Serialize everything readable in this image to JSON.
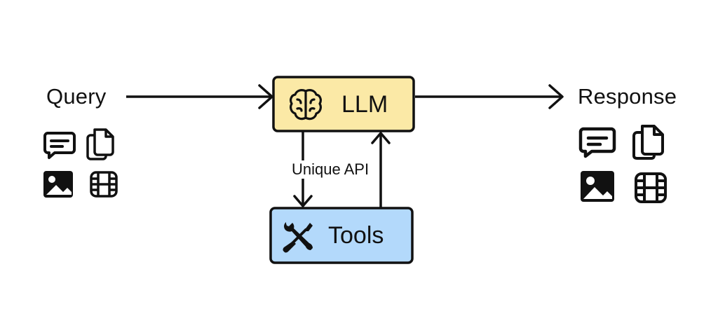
{
  "input": {
    "label": "Query",
    "icons": [
      "chat-icon",
      "documents-icon",
      "image-icon",
      "video-icon"
    ]
  },
  "output": {
    "label": "Response",
    "icons": [
      "chat-icon",
      "documents-icon",
      "image-icon",
      "video-icon"
    ]
  },
  "llm": {
    "label": "LLM",
    "icon": "brain-icon",
    "color": "#fbe9a6"
  },
  "tools": {
    "label": "Tools",
    "icon": "wrench-screwdriver-icon",
    "color": "#b3d9fb"
  },
  "connection": {
    "label": "Unique API"
  }
}
